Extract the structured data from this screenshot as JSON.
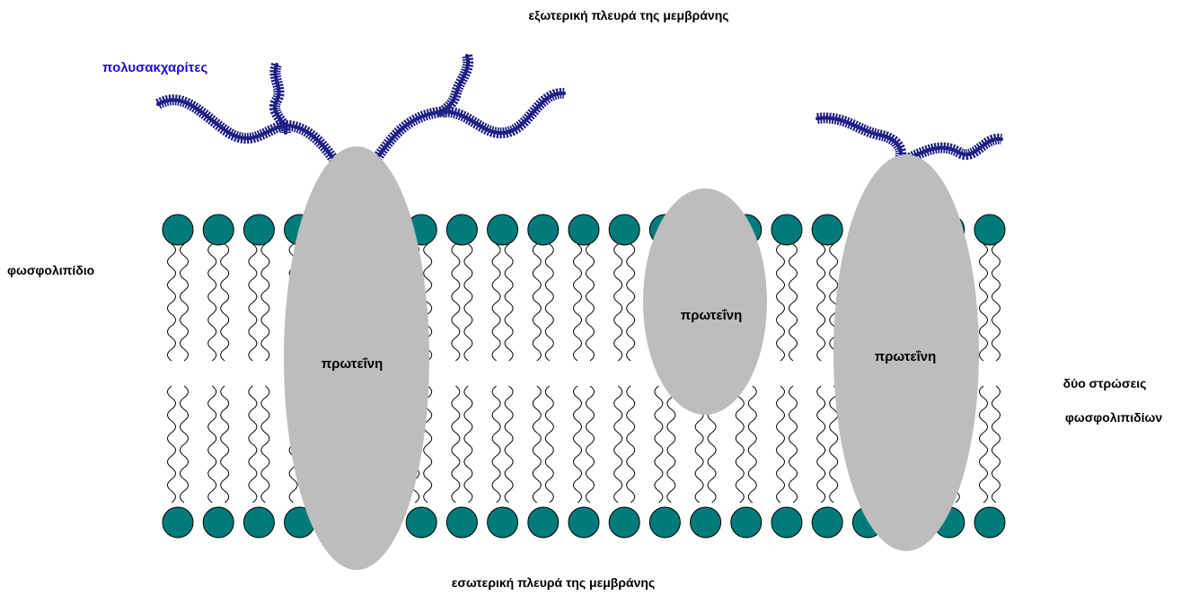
{
  "labels": {
    "outer_side": "εξωτερική πλευρά της μεμβράνης",
    "inner_side": "εσωτερική πλευρά της μεμβράνης",
    "polysaccharides": "πολυσακχαρίτες",
    "phospholipid": "φωσφολιπίδιο",
    "bilayer_line1": "δύο στρώσεις",
    "bilayer_line2": "φωσφολιπιδίων"
  },
  "proteins": [
    {
      "label": "πρωτεΐνη"
    },
    {
      "label": "πρωτεΐνη"
    },
    {
      "label": "πρωτεΐνη"
    }
  ],
  "colors": {
    "head": "#007b7b",
    "protein": "#bdbdbd",
    "polysaccharide": "#1f1f86",
    "polysaccharide_label": "#1a0fd6"
  }
}
